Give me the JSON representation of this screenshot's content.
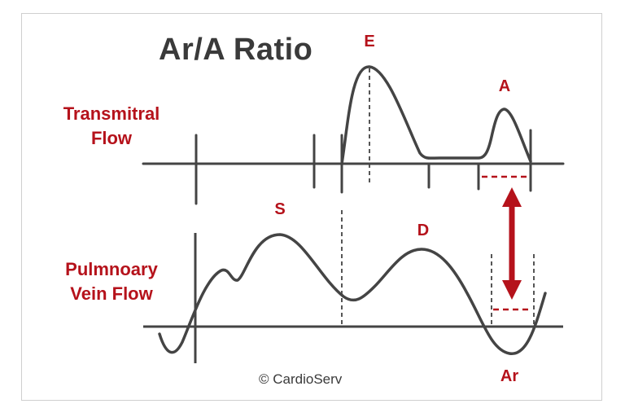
{
  "title": "Ar/A Ratio",
  "transmitral": {
    "label_line1": "Transmitral",
    "label_line2": "Flow"
  },
  "pulmonary": {
    "label_line1": "Pulmnoary",
    "label_line2": "Vein Flow"
  },
  "waves": {
    "E": "E",
    "A": "A",
    "S": "S",
    "D": "D",
    "Ar": "Ar"
  },
  "copyright": "© CardioServ",
  "colors": {
    "curve": "#444444",
    "accent": "#b5121b",
    "text": "#3a3a3a",
    "frame": "#cfcfcf"
  }
}
